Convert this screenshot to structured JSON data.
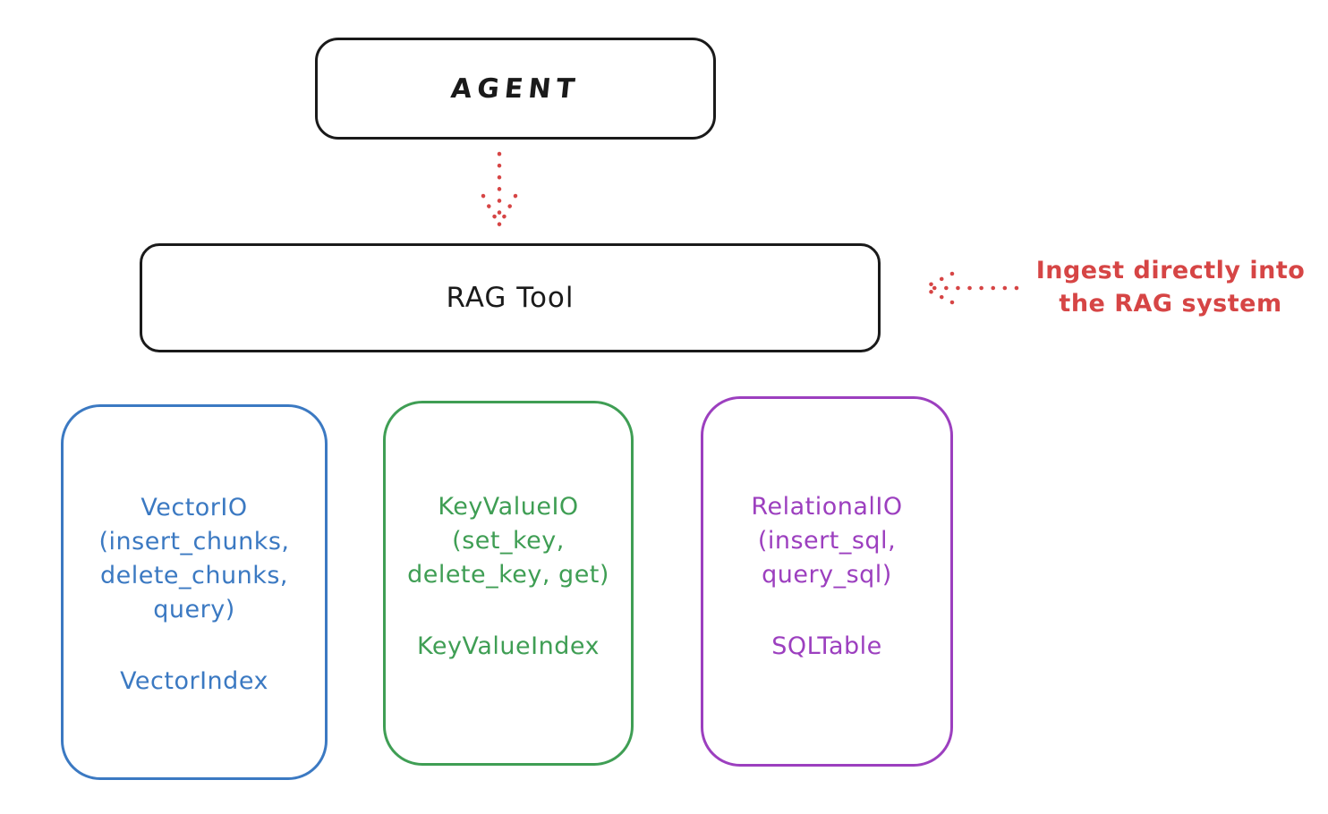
{
  "diagram": {
    "agent": {
      "label": "AGENT"
    },
    "rag_tool": {
      "label": "RAG Tool"
    },
    "annotation": {
      "line1": "Ingest directly into",
      "line2": "the RAG system"
    },
    "backends": [
      {
        "line1": "VectorIO",
        "line2": "(insert_chunks,",
        "line3": "delete_chunks,",
        "line4": "query)",
        "index": "VectorIndex",
        "color": "#3b79c2"
      },
      {
        "line1": "KeyValueIO",
        "line2": "(set_key,",
        "line3": "delete_key, get)",
        "index": "KeyValueIndex",
        "color": "#3f9e54"
      },
      {
        "line1": "RelationalIO",
        "line2": "(insert_sql,",
        "line3": "query_sql)",
        "index": "SQLTable",
        "color": "#9c3fbf"
      }
    ],
    "colors": {
      "node_stroke": "#1a1a1a",
      "arrow_red": "#d64545",
      "vector_blue": "#3b79c2",
      "keyvalue_green": "#3f9e54",
      "relational_purple": "#9c3fbf",
      "background": "#ffffff"
    }
  }
}
